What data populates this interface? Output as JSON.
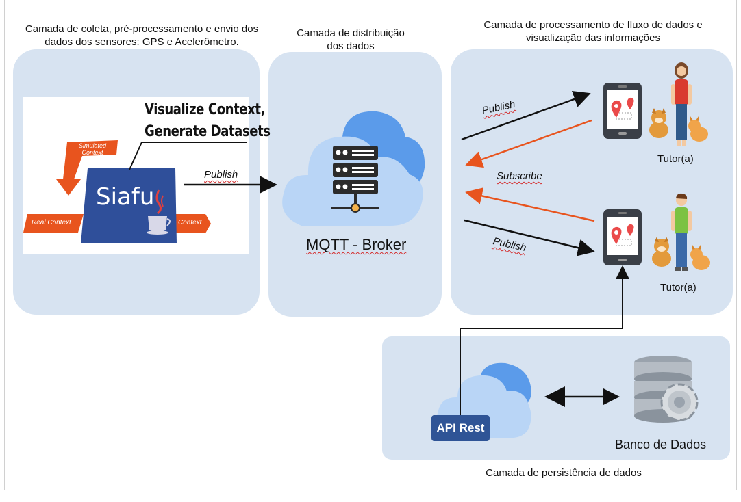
{
  "layers": {
    "collection": "Camada de coleta, pré-processamento e envio dos dados dos  sensores: GPS e Acelerômetro.",
    "distribution": "Camada de distribuição dos dados",
    "processing": "Camada de processamento de fluxo de dados e visualização das informações",
    "persistence": "Camada de persistência de dados"
  },
  "siafu": {
    "title_line1": "Visualize Context,",
    "title_line2": "Generate Datasets",
    "name": "Siafu",
    "simulated_context": "Simulated Context",
    "real_context": "Real Context",
    "context": "Context"
  },
  "broker": {
    "label": "MQTT - Broker"
  },
  "arrows": {
    "publish_siafu": "Publish",
    "publish_top": "Publish",
    "subscribe": "Subscribe",
    "publish_bottom": "Publish"
  },
  "users": {
    "top": "Tutor(a)",
    "bottom": "Tutor(a)"
  },
  "persistence": {
    "api": "API Rest",
    "database": "Banco de Dados"
  },
  "colors": {
    "panel": "#d7e3f1",
    "cloud_dark": "#5b9bea",
    "cloud_light": "#b9d5f6",
    "orange": "#e8541e",
    "siafu_blue": "#2f4f9a",
    "api_blue": "#2f5496"
  },
  "icons": [
    "server-icon",
    "cloud-icon",
    "smartphone-icon",
    "map-pin-icon",
    "woman-icon",
    "man-icon",
    "dog-icon",
    "cat-icon",
    "database-icon",
    "gear-icon",
    "java-icon"
  ]
}
